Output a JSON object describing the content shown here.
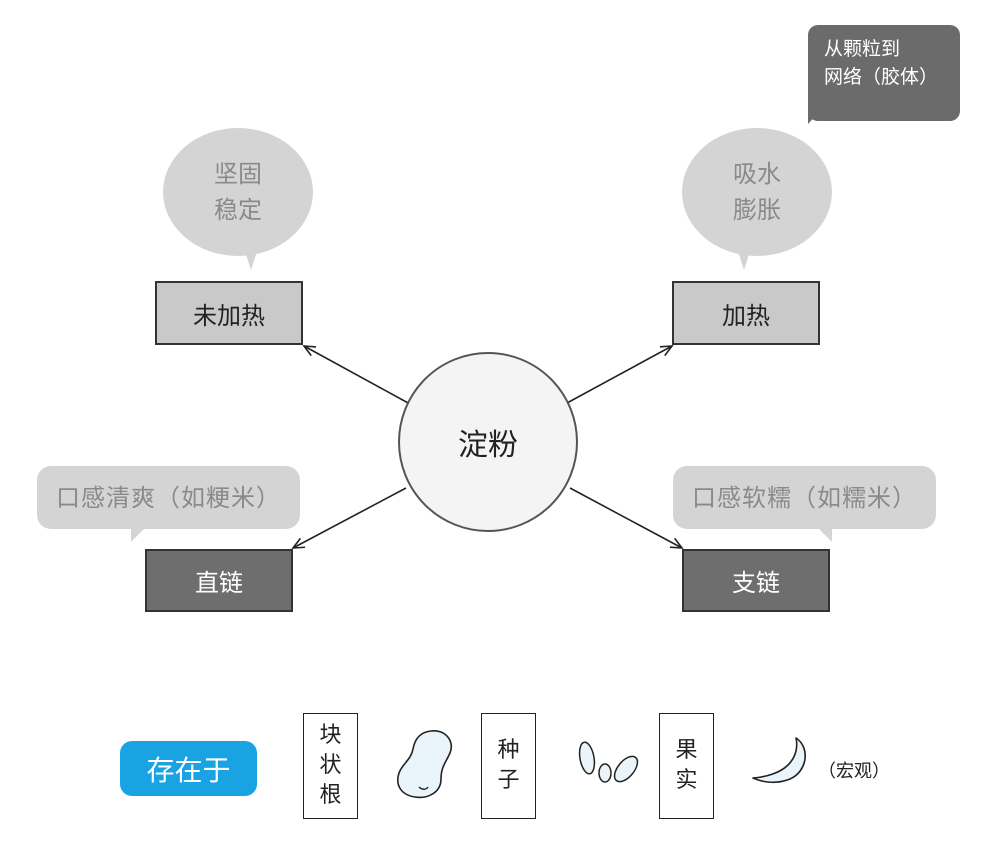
{
  "center": {
    "label": "淀粉"
  },
  "states": {
    "unheated": {
      "label": "未加热",
      "bubble_line1": "坚固",
      "bubble_line2": "稳定"
    },
    "heated": {
      "label": "加热",
      "bubble_line1": "吸水",
      "bubble_line2": "膨胀",
      "note_line1": "从颗粒到",
      "note_line2": "网络（胶体）"
    }
  },
  "structures": {
    "amylose": {
      "label": "直链",
      "bubble": "口感清爽（如粳米）"
    },
    "amylopectin": {
      "label": "支链",
      "bubble": "口感软糯（如糯米）"
    }
  },
  "sources": {
    "badge": "存在于",
    "tubers": {
      "line1": "块",
      "line2": "状",
      "line3": "根"
    },
    "seeds": {
      "line1": "种",
      "line2": "子"
    },
    "fruits": {
      "line1": "果",
      "line2": "实"
    },
    "note": "（宏观）"
  },
  "colors": {
    "light_box": "#c9c9c9",
    "dark_box": "#6e6e6e",
    "bubble": "#d4d4d4",
    "badge": "#1aa3e3"
  },
  "icons": [
    "potato-icon",
    "seeds-icon",
    "banana-icon"
  ]
}
